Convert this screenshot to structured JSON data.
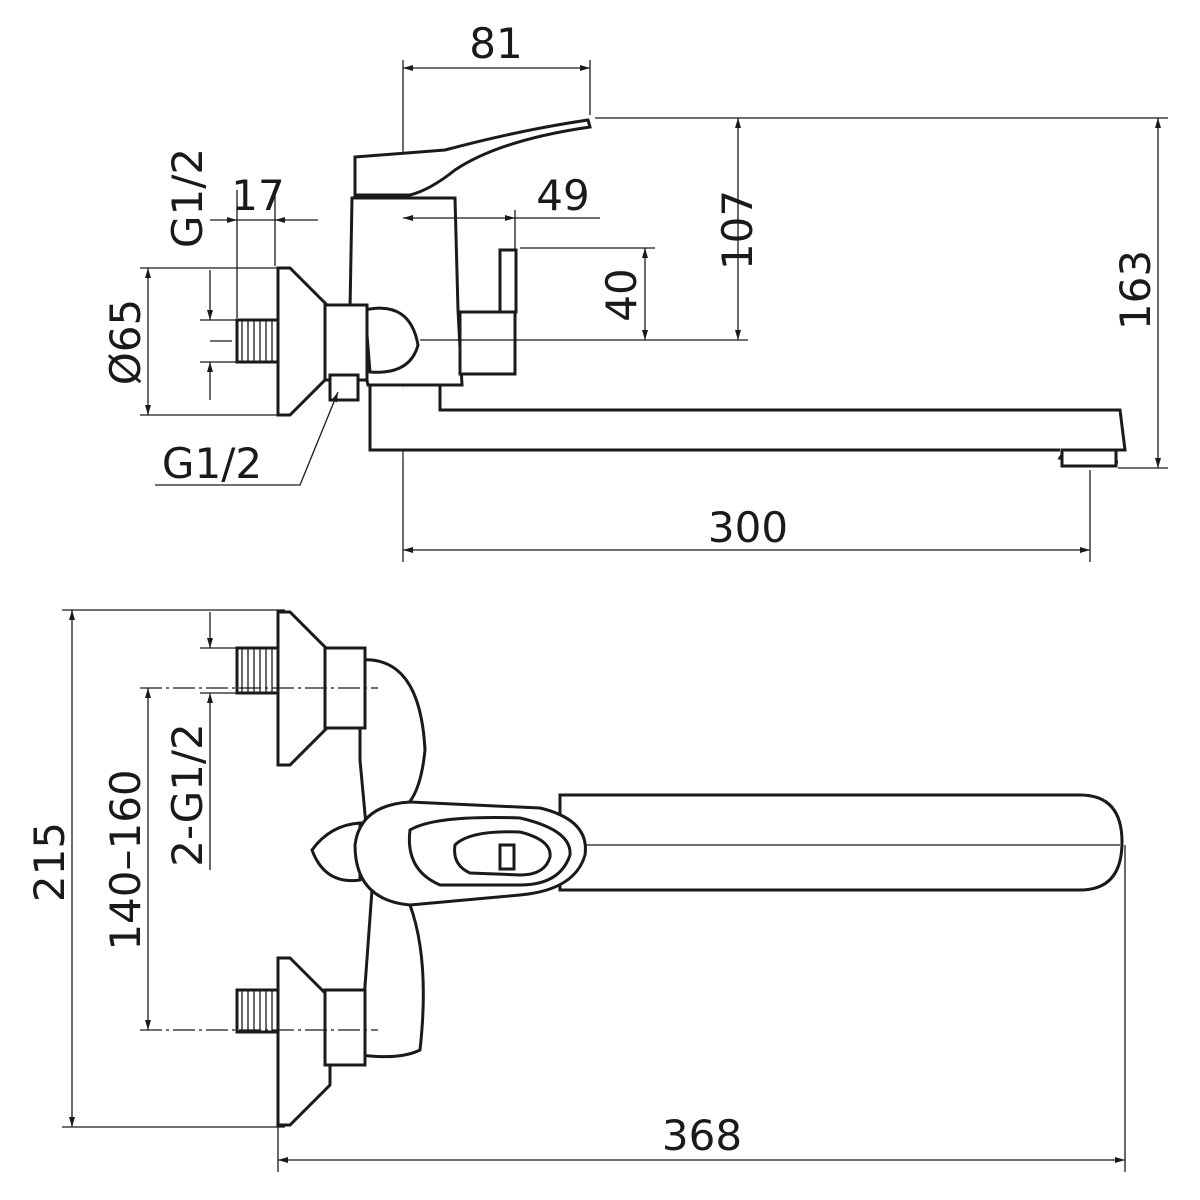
{
  "side_view": {
    "dim_handle_reach": "81",
    "dim_inlet_length": "17",
    "dim_body_offset": "49",
    "dim_inlet_thread_top": "G1/2",
    "dim_handle_height": "107",
    "dim_total_height": "163",
    "dim_diverter_height": "40",
    "dim_flange_diameter": "Ø65",
    "dim_outlet_thread": "G1/2",
    "dim_spout_reach": "300"
  },
  "top_view": {
    "dim_total_width": "215",
    "dim_center_distance": "140–160",
    "dim_inlet_threads": "2-G1/2",
    "dim_total_length": "368"
  },
  "colors": {
    "line": "#1a1a1a",
    "background": "#ffffff"
  }
}
